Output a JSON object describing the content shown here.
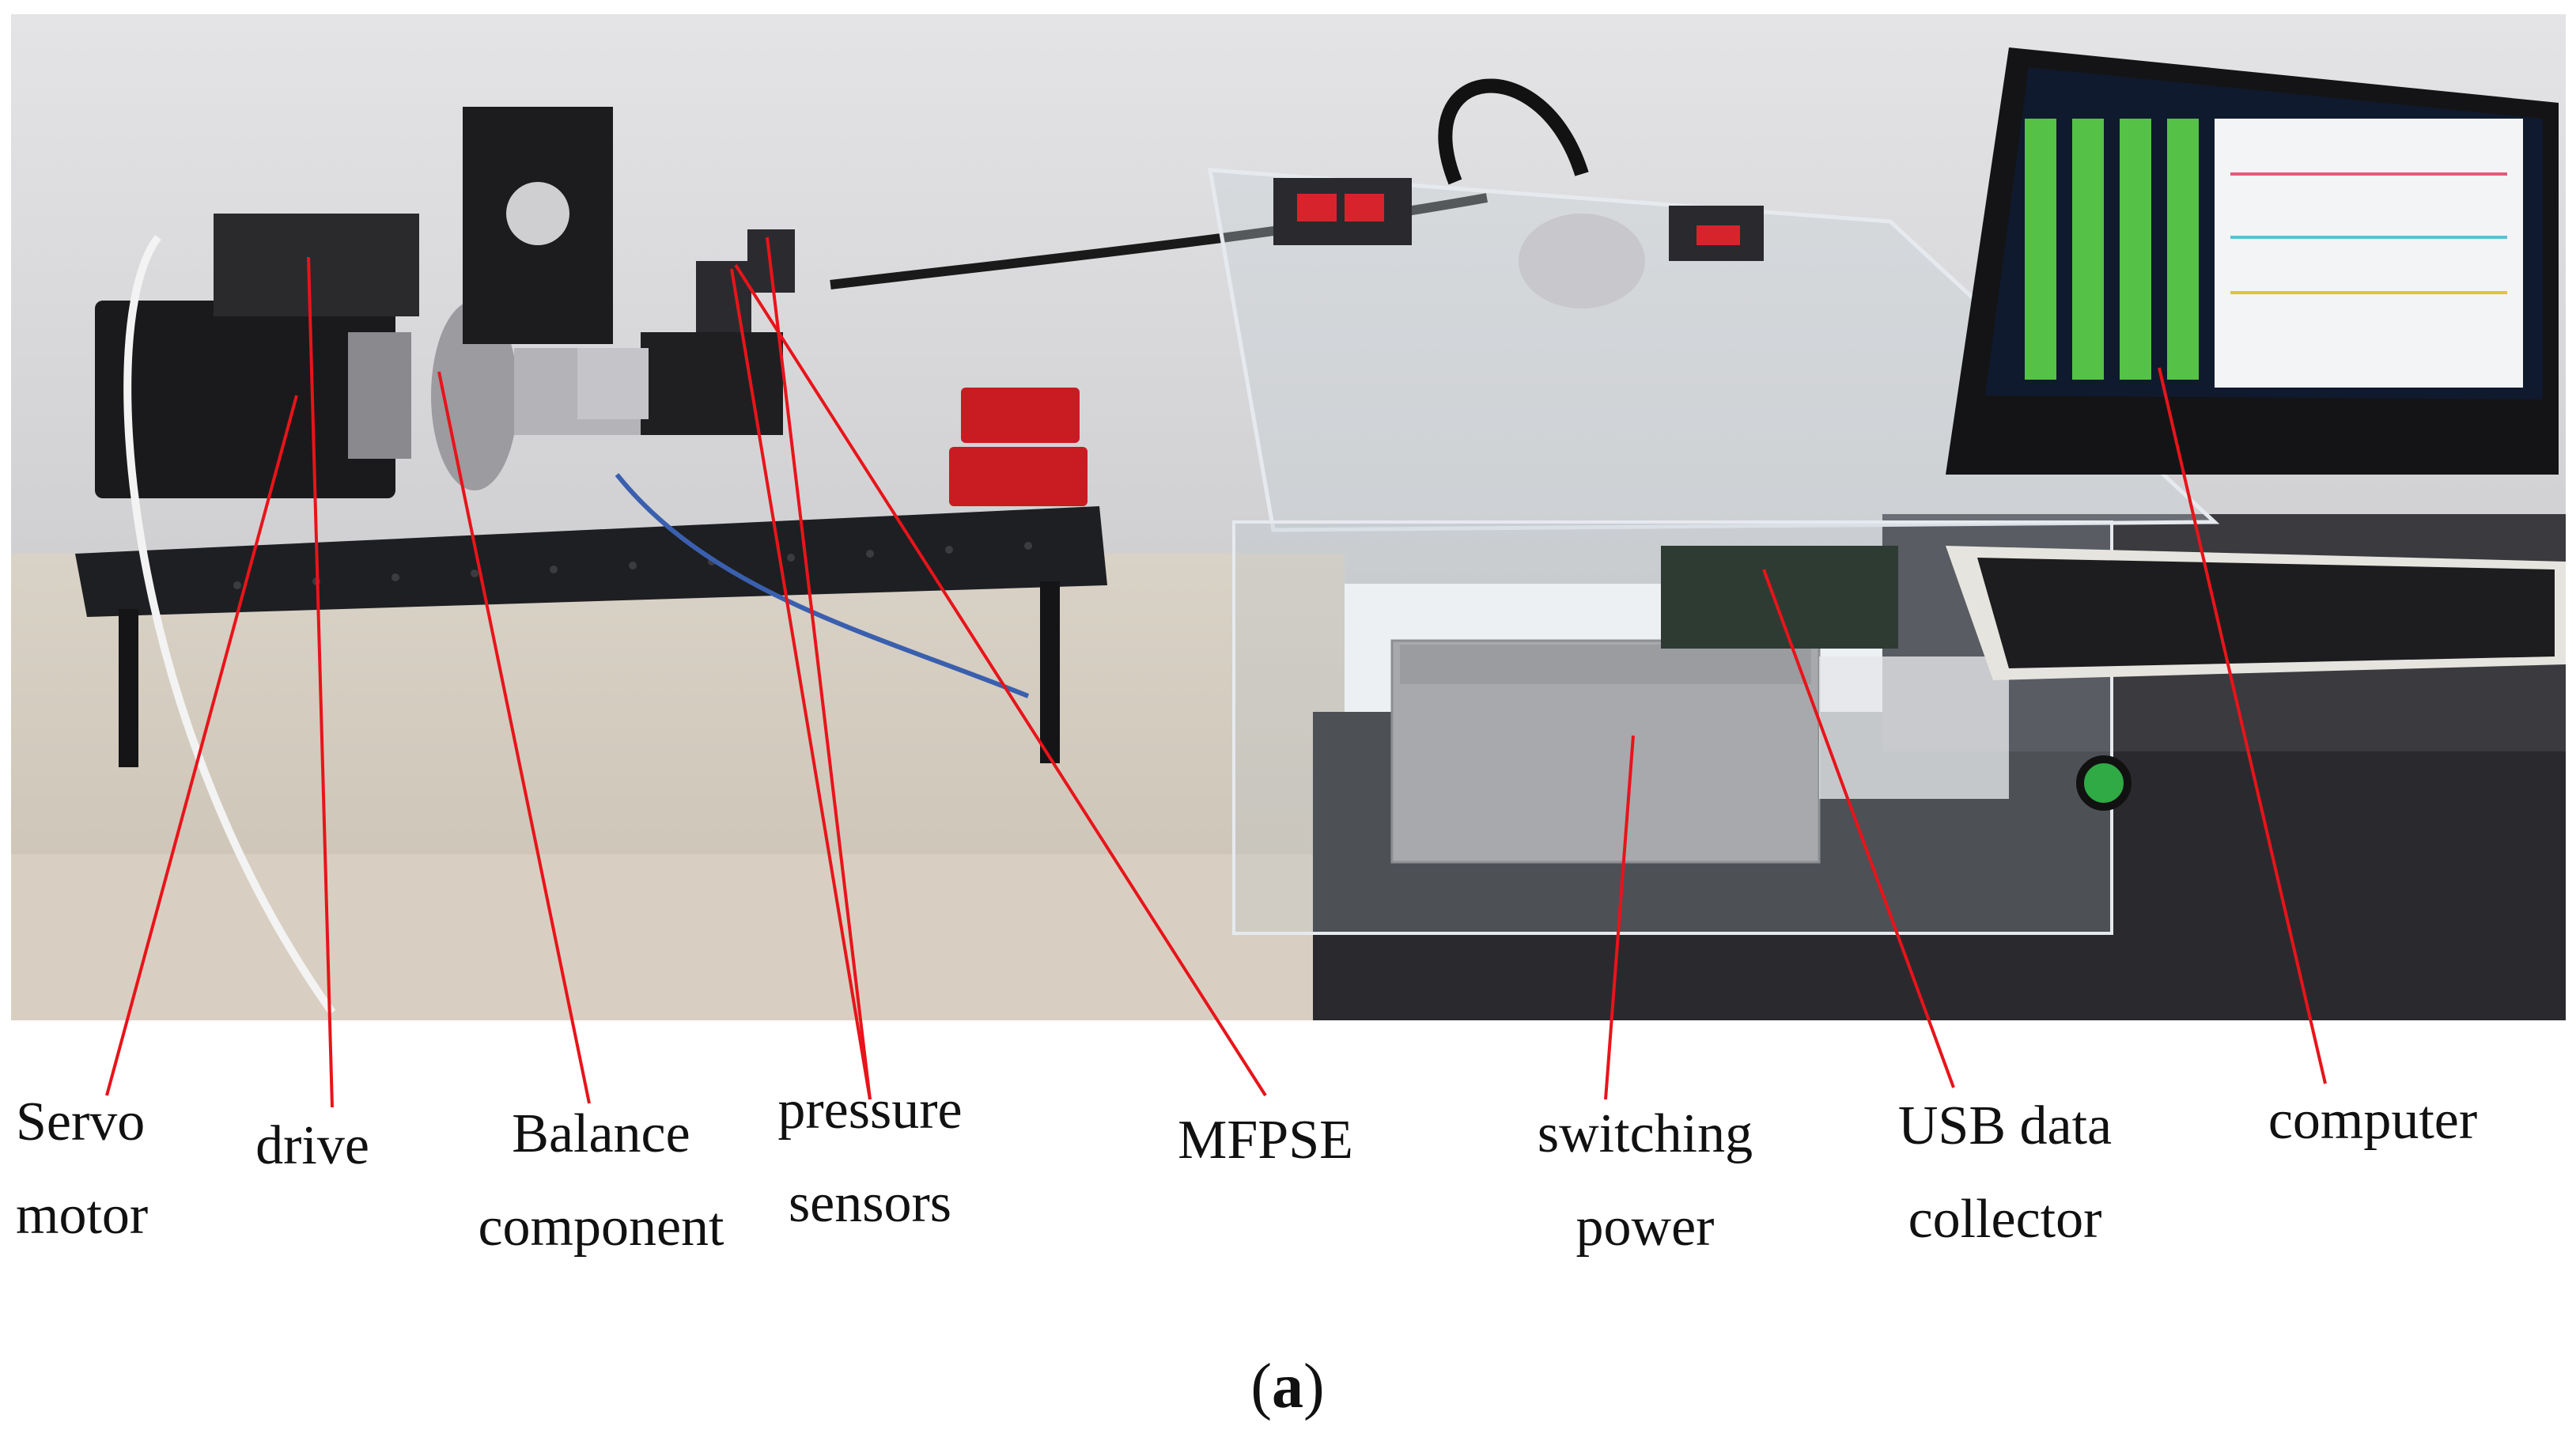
{
  "labels": {
    "servo_motor": "Servo\nmotor",
    "drive": "drive",
    "balance_component": "Balance\ncomponent",
    "pressure_sensors": "pressure\nsensors",
    "mfpse": "MFPSE",
    "switching_power": "switching\npower",
    "usb_data_collector": "USB data\ncollector",
    "computer": "computer"
  },
  "caption": {
    "open": "(",
    "letter": "a",
    "close": ")"
  },
  "colors": {
    "leader_line": "#e8141a",
    "label_text": "#111111"
  },
  "icons": [
    "photo-of-experimental-test-bench"
  ]
}
